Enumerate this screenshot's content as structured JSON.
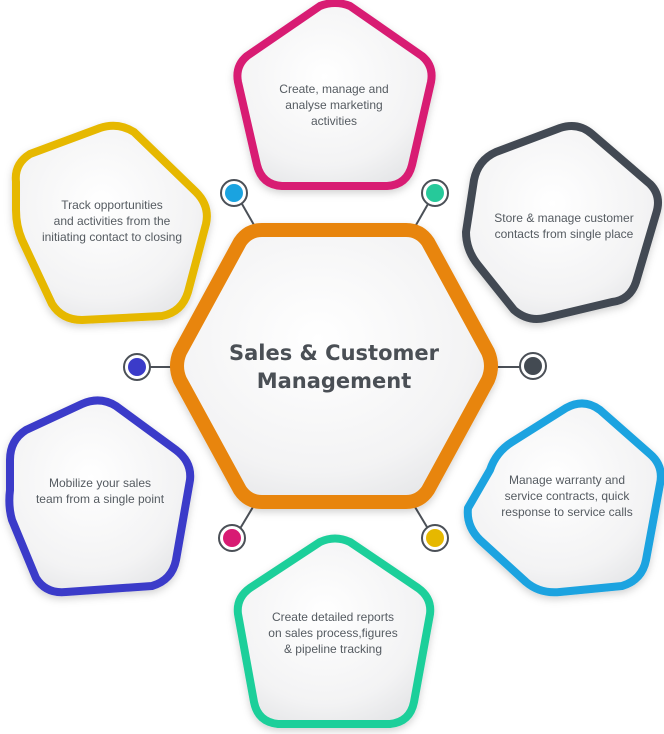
{
  "center": {
    "title_line1": "Sales & Customer",
    "title_line2": "Management",
    "ring_color": "#e8850b"
  },
  "nodes": [
    {
      "id": "marketing",
      "color": "#d81b73",
      "dot_color": "#d81b73",
      "lines": [
        "Create, manage and",
        "analyse marketing",
        "activities"
      ]
    },
    {
      "id": "contacts",
      "color": "#434a52",
      "dot_color": "#26c99a",
      "lines": [
        "Store & manage customer",
        "contacts from single place"
      ]
    },
    {
      "id": "warranty",
      "color": "#1aa3e0",
      "dot_color": "#434a52",
      "lines": [
        "Manage warranty and",
        "service contracts, quick",
        "response to service calls"
      ]
    },
    {
      "id": "reports",
      "color": "#1fcf9a",
      "dot_color": "#e6b800",
      "lines": [
        "Create detailed reports",
        "on sales process,figures",
        "& pipeline tracking"
      ]
    },
    {
      "id": "mobilize",
      "color": "#3b3bc9",
      "dot_color": "#d81b73",
      "lines": [
        "Mobilize your sales",
        "team from a single point"
      ]
    },
    {
      "id": "opportunities",
      "color": "#e6b800",
      "dot_color": "#3b3bc9",
      "lines": [
        "Track opportunities",
        "and activities from the",
        "initiating  contact to closing"
      ]
    }
  ],
  "extra_dot": {
    "color": "#1aa3e0"
  }
}
